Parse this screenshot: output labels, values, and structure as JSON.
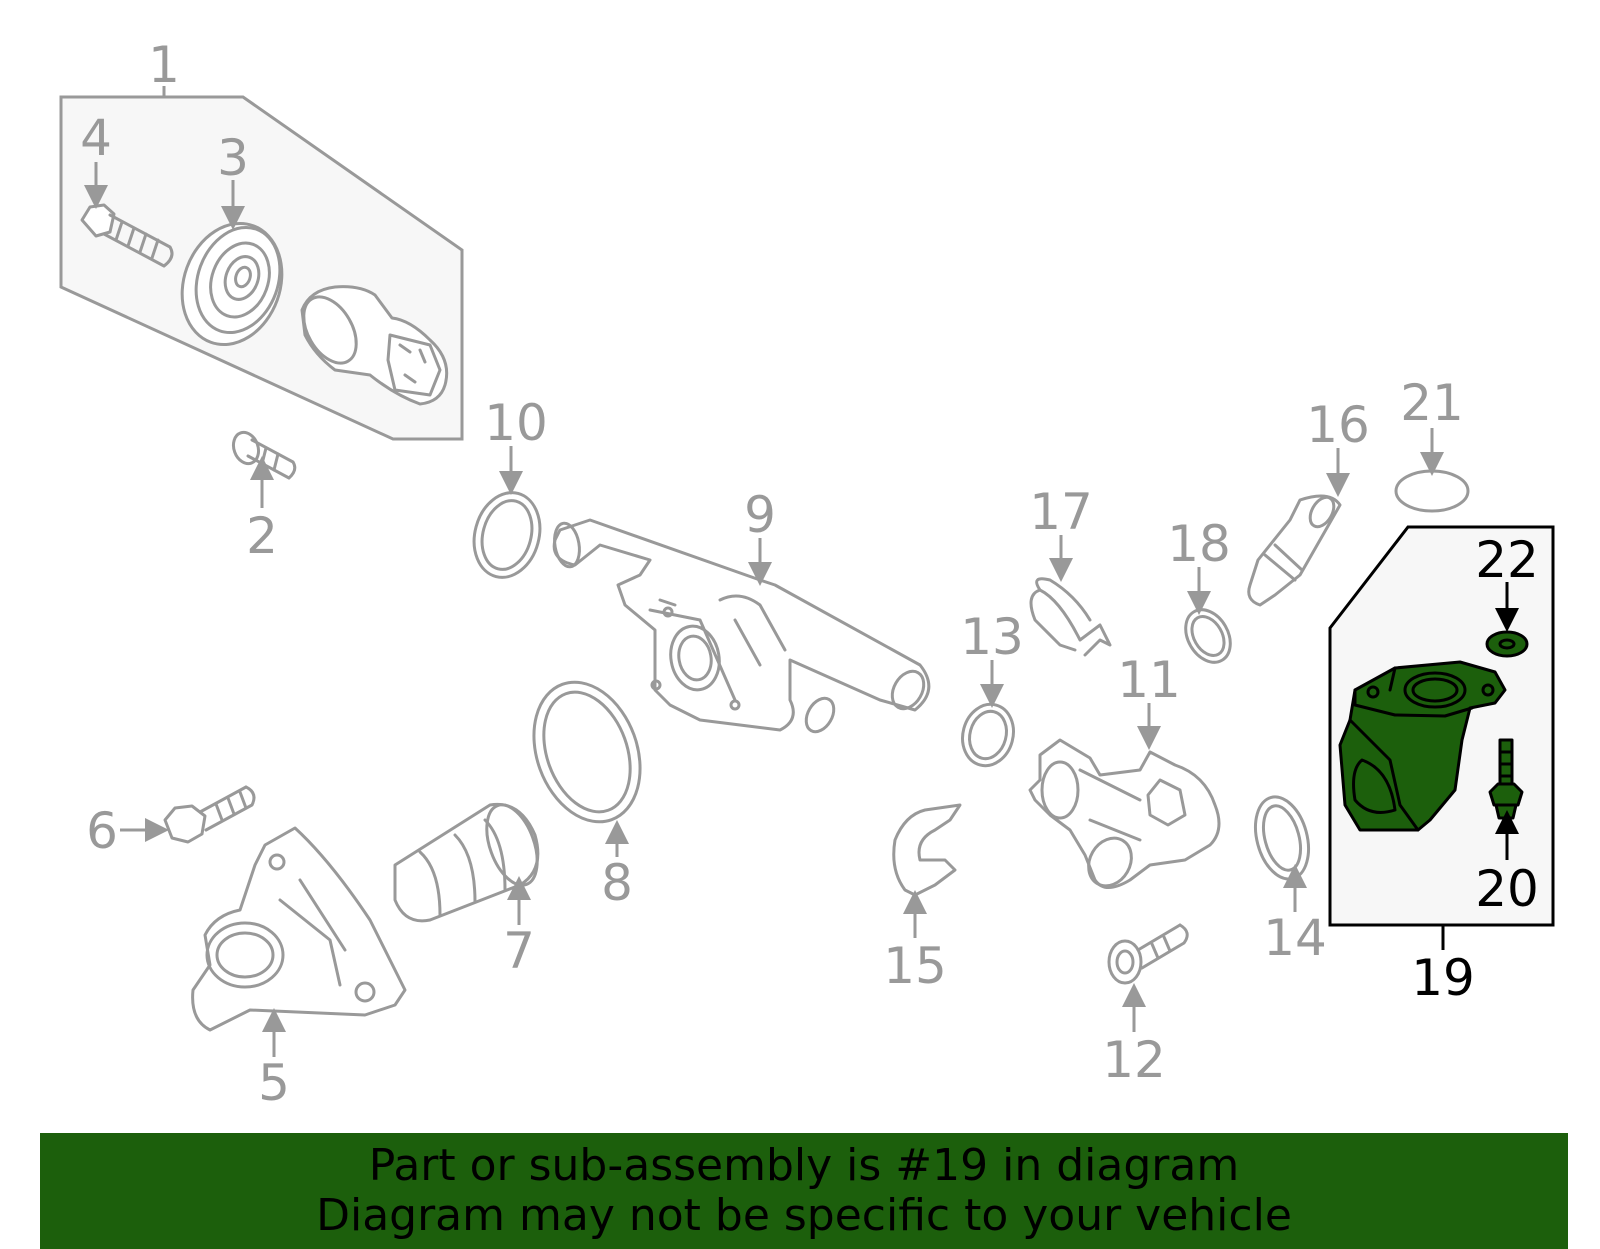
{
  "diagram": {
    "callouts": [
      "1",
      "2",
      "3",
      "4",
      "5",
      "6",
      "7",
      "8",
      "9",
      "10",
      "11",
      "12",
      "13",
      "14",
      "15",
      "16",
      "17",
      "18",
      "19",
      "20",
      "21",
      "22"
    ],
    "highlighted_callout": "19",
    "colors": {
      "inactive_gray": "#999999",
      "highlight_green": "#1c5f0c",
      "active_black": "#000000",
      "group_fill": "#f7f7f7"
    }
  },
  "banner": {
    "line1": "Part or sub-assembly is #19 in diagram",
    "line2": "Diagram may not be specific to your vehicle"
  }
}
